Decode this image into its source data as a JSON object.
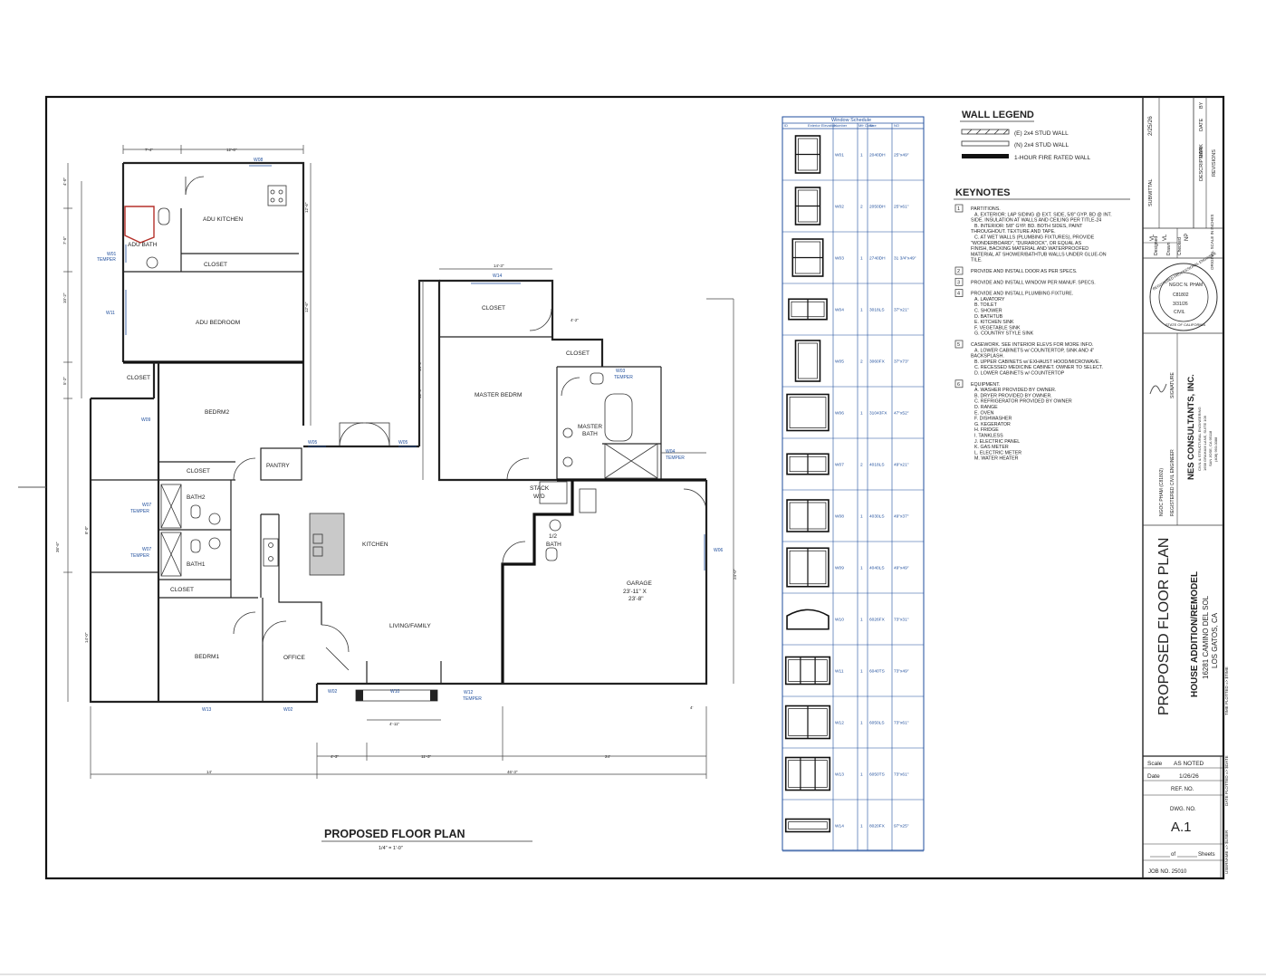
{
  "drawing": {
    "title": "PROPOSED FLOOR PLAN",
    "scale_note": "1/4\" = 1'-0\"",
    "rooms": [
      {
        "id": "adu-kitchen",
        "label": "ADU KITCHEN"
      },
      {
        "id": "adu-bath",
        "label": "ADU BATH"
      },
      {
        "id": "adu-closet",
        "label": "CLOSET"
      },
      {
        "id": "adu-bedroom",
        "label": "ADU BEDROOM"
      },
      {
        "id": "closet-1",
        "label": "CLOSET"
      },
      {
        "id": "bedrm2",
        "label": "BEDRM2"
      },
      {
        "id": "closet-2",
        "label": "CLOSET"
      },
      {
        "id": "bath2",
        "label": "BATH2"
      },
      {
        "id": "bath1",
        "label": "BATH1"
      },
      {
        "id": "closet-3",
        "label": "CLOSET"
      },
      {
        "id": "bedrm1",
        "label": "BEDRM1"
      },
      {
        "id": "office",
        "label": "OFFICE"
      },
      {
        "id": "pantry",
        "label": "PANTRY"
      },
      {
        "id": "kitchen",
        "label": "KITCHEN"
      },
      {
        "id": "living",
        "label": "LIVING/FAMILY"
      },
      {
        "id": "closet-4",
        "label": "CLOSET"
      },
      {
        "id": "master-bedrm",
        "label": "MASTER BEDRM"
      },
      {
        "id": "closet-5",
        "label": "CLOSET"
      },
      {
        "id": "master-bath-1",
        "label": "MASTER"
      },
      {
        "id": "master-bath-2",
        "label": "BATH"
      },
      {
        "id": "stack",
        "label": "STACK"
      },
      {
        "id": "wd",
        "label": "W/D"
      },
      {
        "id": "half-bath-1",
        "label": "1/2"
      },
      {
        "id": "half-bath-2",
        "label": "BATH"
      },
      {
        "id": "garage",
        "label": "GARAGE"
      },
      {
        "id": "garage-dim1",
        "label": "23'-11\" X"
      },
      {
        "id": "garage-dim2",
        "label": "23'-8\""
      }
    ],
    "window_tags": [
      {
        "id": "w08a",
        "label": "W08"
      },
      {
        "id": "w01",
        "label": "W01"
      },
      {
        "id": "tmp1",
        "label": "TEMPER"
      },
      {
        "id": "w11",
        "label": "W11"
      },
      {
        "id": "w09",
        "label": "W09"
      },
      {
        "id": "w07a",
        "label": "W07"
      },
      {
        "id": "tmp2",
        "label": "TEMPER"
      },
      {
        "id": "w07b",
        "label": "W07"
      },
      {
        "id": "tmp3",
        "label": "TEMPER"
      },
      {
        "id": "w13",
        "label": "W13"
      },
      {
        "id": "w02a",
        "label": "W02"
      },
      {
        "id": "w02b",
        "label": "W02"
      },
      {
        "id": "w10",
        "label": "W10"
      },
      {
        "id": "w12",
        "label": "W12"
      },
      {
        "id": "tmp4",
        "label": "TEMPER"
      },
      {
        "id": "w05a",
        "label": "W05"
      },
      {
        "id": "w05b",
        "label": "W05"
      },
      {
        "id": "w14",
        "label": "W14"
      },
      {
        "id": "w03",
        "label": "W03"
      },
      {
        "id": "tmp5",
        "label": "TEMPER"
      },
      {
        "id": "w04",
        "label": "W04"
      },
      {
        "id": "tmp6",
        "label": "TEMPER"
      },
      {
        "id": "w06",
        "label": "W06"
      }
    ],
    "dims": [
      {
        "id": "d-top1",
        "label": "7'-4\""
      },
      {
        "id": "d-top2",
        "label": "12'-6\""
      },
      {
        "id": "d-l1",
        "label": "4'-0\""
      },
      {
        "id": "d-l2",
        "label": "7'-5\""
      },
      {
        "id": "d-l3",
        "label": "10'-2\""
      },
      {
        "id": "d-l4",
        "label": "5'-2\""
      },
      {
        "id": "d-l5",
        "label": "36'-6\""
      },
      {
        "id": "d-l6",
        "label": "8'-0\""
      },
      {
        "id": "d-l7",
        "label": "14'-0\""
      },
      {
        "id": "d-r1",
        "label": "12'-6\""
      },
      {
        "id": "d-r2",
        "label": "12'-6\""
      },
      {
        "id": "d-14",
        "label": "14'-3\""
      },
      {
        "id": "d-mb",
        "label": "14'-6\""
      },
      {
        "id": "d-mb2",
        "label": "12'-0\""
      },
      {
        "id": "d-42",
        "label": "4'-2\""
      },
      {
        "id": "d-g1",
        "label": "24'-0\""
      },
      {
        "id": "d-b1",
        "label": "4'-11\""
      },
      {
        "id": "d-b2",
        "label": "4'-3\""
      },
      {
        "id": "d-b3",
        "label": "11'-3\""
      },
      {
        "id": "d-b4",
        "label": "24'"
      },
      {
        "id": "d-b5",
        "label": "14'"
      },
      {
        "id": "d-b6",
        "label": "46'-3\""
      },
      {
        "id": "d-b7",
        "label": "4'"
      }
    ]
  },
  "window_schedule": {
    "title": "Window Schedule",
    "headers": [
      "ID",
      "Exterior Elevation",
      "Number",
      "Mfr Code",
      "Size",
      "NO"
    ],
    "rows": [
      {
        "id": "W01",
        "qty": "1",
        "code": "2040DH",
        "size": "25\"x49\""
      },
      {
        "id": "W02",
        "qty": "2",
        "code": "2050DH",
        "size": "25\"x61\""
      },
      {
        "id": "W03",
        "qty": "1",
        "code": "2740DH",
        "size": "31 3/4\"x49\""
      },
      {
        "id": "W04",
        "qty": "1",
        "code": "3018LS",
        "size": "37\"x21\""
      },
      {
        "id": "W05",
        "qty": "2",
        "code": "3060FX",
        "size": "37\"x73\""
      },
      {
        "id": "W06",
        "qty": "1",
        "code": "31043FX",
        "size": "47\"x52\""
      },
      {
        "id": "W07",
        "qty": "2",
        "code": "4018LS",
        "size": "49\"x21\""
      },
      {
        "id": "W08",
        "qty": "1",
        "code": "4030LS",
        "size": "49\"x37\""
      },
      {
        "id": "W09",
        "qty": "1",
        "code": "4040LS",
        "size": "49\"x49\""
      },
      {
        "id": "W10",
        "qty": "1",
        "code": "6026FX",
        "size": "73\"x31\""
      },
      {
        "id": "W11",
        "qty": "1",
        "code": "6040TS",
        "size": "73\"x49\""
      },
      {
        "id": "W12",
        "qty": "1",
        "code": "6050LS",
        "size": "73\"x61\""
      },
      {
        "id": "W13",
        "qty": "1",
        "code": "6050TS",
        "size": "73\"x61\""
      },
      {
        "id": "W14",
        "qty": "1",
        "code": "8020FX",
        "size": "97\"x25\""
      }
    ]
  },
  "wall_legend": {
    "title": "WALL LEGEND",
    "items": [
      "(E) 2x4 STUD WALL",
      "(N) 2x4 STUD WALL",
      "1-HOUR FIRE RATED WALL"
    ]
  },
  "keynotes": {
    "title": "KEYNOTES",
    "lines": [
      {
        "n": "1",
        "t": "PARTITIONS."
      },
      {
        "n": "",
        "t": "A.  EXTERIOR: LAP SIDING @ EXT. SIDE, 5/8\" GYP. BD @ INT."
      },
      {
        "n": "",
        "t": "SIDE.   INSULATION AT WALLS AND CEILING PER TITLE-24"
      },
      {
        "n": "",
        "t": "B.  INTERIOR: 5/8\" GYP. BD. BOTH SIDES, PAINT"
      },
      {
        "n": "",
        "t": "THROUGHOUT.   TEXTURE AND TAPE."
      },
      {
        "n": "",
        "t": "C.  AT WET WALLS (PLUMBING FIXTURES), PROVIDE"
      },
      {
        "n": "",
        "t": "\"WONDERBOARD\", \"DURAROCK\", OR EQUAL AS"
      },
      {
        "n": "",
        "t": "FINISH, BACKING MATERIAL AND WATERPROOFED"
      },
      {
        "n": "",
        "t": "MATERIAL AT SHOWER/BATHTUB WALLS UNDER GLUE-ON"
      },
      {
        "n": "",
        "t": "TILE."
      },
      {
        "n": "2",
        "t": "PROVIDE AND INSTALL DOOR AS PER SPECS."
      },
      {
        "n": "3",
        "t": "PROVIDE AND INSTALL WINDOW PER MANUF. SPECS."
      },
      {
        "n": "4",
        "t": "PROVIDE AND INSTALL PLUMBING FIXTURE."
      },
      {
        "n": "",
        "t": "A.  LAVATORY"
      },
      {
        "n": "",
        "t": "B.  TOILET"
      },
      {
        "n": "",
        "t": "C.  SHOWER"
      },
      {
        "n": "",
        "t": "D.  BATHTUB"
      },
      {
        "n": "",
        "t": "E.  KITCHEN SINK"
      },
      {
        "n": "",
        "t": "F.  VEGETABLE SINK"
      },
      {
        "n": "",
        "t": "G.  COUNTRY STYLE SINK"
      },
      {
        "n": "5",
        "t": "CASEWORK.  SEE INTERIOR ELEVS FOR MORE INFO."
      },
      {
        "n": "",
        "t": "A.  LOWER CABINETS w/ COUNTERTOP, SINK AND 4\""
      },
      {
        "n": "",
        "t": "BACKSPLASH."
      },
      {
        "n": "",
        "t": "B.  UPPER CABINETS w/ EXHAUST HOOD/MICROWAVE."
      },
      {
        "n": "",
        "t": "C.  RECESSED MEDICINE CABINET. OWNER TO SELECT."
      },
      {
        "n": "",
        "t": "D.  LOWER CABINETS w/ COUNTERTOP"
      },
      {
        "n": "6",
        "t": "EQUIPMENT."
      },
      {
        "n": "",
        "t": "A.  WASHER PROVIDED BY OWNER."
      },
      {
        "n": "",
        "t": "B.  DRYER PROVIDED BY OWNER."
      },
      {
        "n": "",
        "t": "C.  REFRIGERATOR PROVIDED BY OWNER"
      },
      {
        "n": "",
        "t": "D.  RANGE"
      },
      {
        "n": "",
        "t": "E.  OVEN"
      },
      {
        "n": "",
        "t": "F.  DISHWASHER"
      },
      {
        "n": "",
        "t": "G.  KEGERATOR"
      },
      {
        "n": "",
        "t": "H.  FRIDGE"
      },
      {
        "n": "",
        "t": "I.   TANKLESS"
      },
      {
        "n": "",
        "t": "J.  ELECTRIC PANEL"
      },
      {
        "n": "",
        "t": "K.  GAS METER"
      },
      {
        "n": "",
        "t": "L.  ELECTRIC METER"
      },
      {
        "n": "",
        "t": "M.  WATER HEATER"
      }
    ]
  },
  "title_block": {
    "submittal": "SUBMITTAL",
    "submittal_date": "2/25/26",
    "col_mark": "MARK",
    "col_date": "DATE",
    "col_by": "BY",
    "col_description": "DESCRIPTION",
    "revisions": "REVISIONS",
    "designed": "Designed",
    "designed_by": "VL",
    "drawn": "Drawn",
    "drawn_by": "VL",
    "checked": "Checked",
    "checked_by": "NP",
    "original_scale": "ORIGINAL SCALE IN INCHES",
    "stamp_ring_top": "REGISTERED PROFESSIONAL ENGINEER",
    "stamp_name": "NGOC N. PHAM",
    "stamp_license": "C81802",
    "stamp_exp": "3/31/26",
    "stamp_civil": "CIVIL",
    "stamp_ring_bottom": "STATE OF CALIFORNIA",
    "signature_label": "SIGNATURE",
    "engineer_name": "NGOC PHAM (C81802)",
    "engineer_title": "REGISTERED CIVIL ENGINEER",
    "firm_name": "NES CONSULTANTS, INC.",
    "firm_line1": "CIVIL & STRUCTURAL ENGINEERING",
    "firm_line2": "1658 GRAHAM LANE, SUITE 109",
    "firm_line3": "SAN JOSE, CA 95118",
    "firm_line4": "(408) 993-0088",
    "sheet_title": "PROPOSED FLOOR PLAN",
    "project_title": "HOUSE ADDITION/REMODEL",
    "address1": "16281 CAMINO DEL SOL",
    "address2": "LOS GATOS, CA",
    "time_plotted": "TIME PLOTTED => $TIME",
    "scale_label": "Scale",
    "scale_value": "AS NOTED",
    "date_label": "Date",
    "date_value": "1/26/26",
    "ref_no": "REF. NO.",
    "dwg_no": "DWG. NO.",
    "sheet_number": "A.1",
    "of_label": "of",
    "sheets_label": "Sheets",
    "job_no": "JOB NO. 25010",
    "date_plotted": "DATE PLOTTED => $DATE",
    "username": "USERNAME => $USER"
  }
}
